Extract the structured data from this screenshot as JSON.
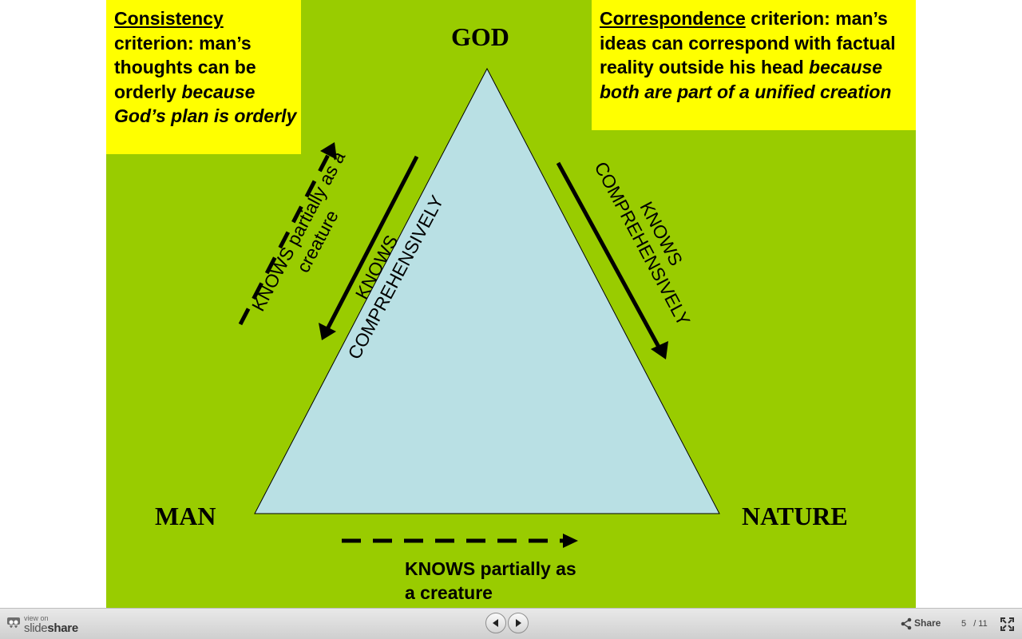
{
  "slide": {
    "left_box": {
      "term": "Consistency",
      "text": " criterion:  man’s thoughts can be orderly ",
      "emphasis": "because God’s plan is orderly"
    },
    "right_box": {
      "term": "Correspondence",
      "text": " criterion: man’s ideas can correspond with factual reality outside his head ",
      "emphasis": "because both are part of a unified creation"
    },
    "vertices": {
      "top": "GOD",
      "left": "MAN",
      "right": "NATURE"
    },
    "labels": {
      "god_to_man": [
        "KNOWS",
        "COMPREHENSIVELY"
      ],
      "god_to_nature": [
        "KNOWS",
        "COMPREHENSIVELY"
      ],
      "man_to_god": [
        "KNOWS partially as a",
        "creature"
      ],
      "man_to_nature": [
        "KNOWS partially as",
        "a creature"
      ]
    },
    "colors": {
      "background": "#99cc00",
      "triangle_fill": "#b9e0e4",
      "callout_fill": "#ffff00",
      "text": "#000000"
    }
  },
  "toolbar": {
    "brand_view": "view on",
    "brand_name_light": "slide",
    "brand_name_bold": "share",
    "share_label": "Share",
    "current_page": "5",
    "total_pages": "/ 11",
    "icons": [
      "slideshare-logo-icon",
      "prev-arrow-icon",
      "next-arrow-icon",
      "share-icon",
      "fullscreen-icon"
    ]
  }
}
